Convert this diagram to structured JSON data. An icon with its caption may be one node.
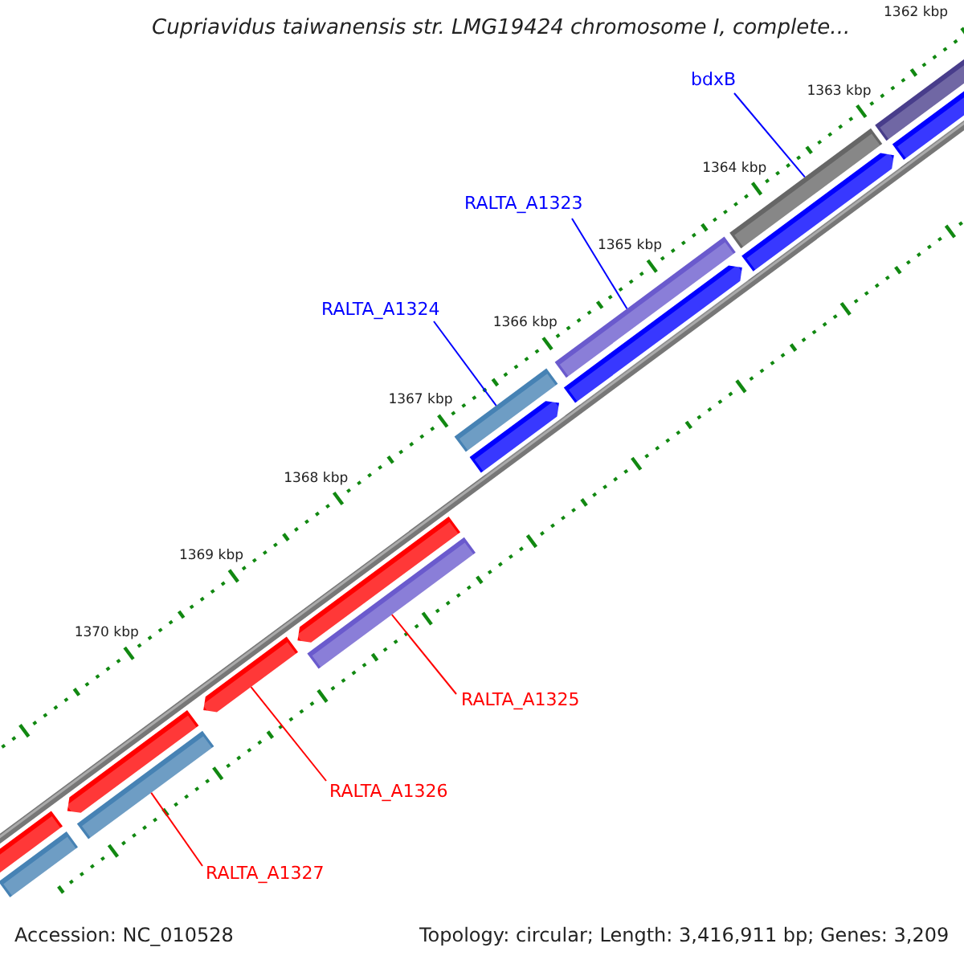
{
  "diagram": {
    "title": "Cupriavidus taiwanensis str. LMG19424 chromosome I, complete...",
    "nodes": [
      {
        "text": [
          "bdxB"
        ]
      },
      {
        "text": [],
        "shape": "bar"
      },
      {
        "text": [
          "RALTA_A1323"
        ]
      },
      {
        "text": [],
        "shape": "bar"
      },
      {
        "text": [
          "RALTA_A1324"
        ]
      },
      {
        "text": [],
        "shape": "bar"
      },
      {
        "text": [
          "RALTA_A1325"
        ]
      },
      {
        "text": [],
        "shape": "bar"
      },
      {
        "text": [
          "RALTA_A1326"
        ]
      },
      {
        "text": [],
        "shape": "arrow"
      },
      {
        "text": [
          "RALTA_A1327"
        ]
      },
      {
        "text": [],
        "shape": "bar"
      },
      {
        "text": [],
        "shape": "bar"
      },
      {
        "text": [],
        "shape": "bar"
      },
      {
        "text": [],
        "shape": "arrow"
      },
      {
        "text": [],
        "shape": "arrow"
      },
      {
        "text": [],
        "shape": "arrow"
      },
      {
        "text": [],
        "shape": "arrow"
      },
      {
        "text": [],
        "shape": "arrow"
      },
      {
        "text": [],
        "shape": "bar"
      },
      {
        "text": [],
        "shape": "bar"
      }
    ],
    "edges": [
      {
        "from": 0,
        "to": 1,
        "arrow": "none"
      },
      {
        "from": 2,
        "to": 3,
        "arrow": "none"
      },
      {
        "from": 4,
        "to": 5,
        "arrow": "none"
      },
      {
        "from": 6,
        "to": 7,
        "arrow": "none",
        "color": "#ff0000"
      },
      {
        "from": 8,
        "to": 9,
        "arrow": "none",
        "color": "#ff0000"
      },
      {
        "from": 10,
        "to": 11,
        "arrow": "none",
        "color": "#ff0000"
      }
    ],
    "labels": [
      "1362 kbp",
      "1363 kbp",
      "1364 kbp",
      "1365 kbp",
      "1366 kbp",
      "1367 kbp",
      "1368 kbp",
      "1369 kbp",
      "1370 kbp",
      "Accession: NC_010528",
      "Topology: circular; Length: 3,416,911 bp; Genes: 3,209"
    ]
  }
}
